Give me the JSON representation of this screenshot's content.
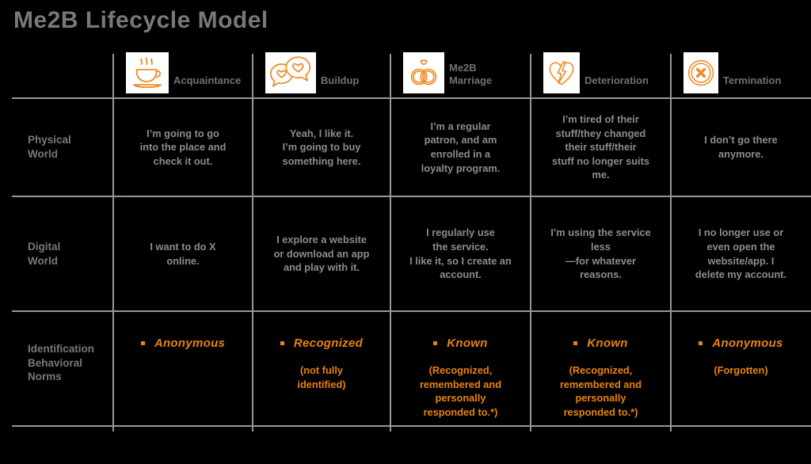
{
  "title": "Me2B Lifecycle Model",
  "colors": {
    "accent_orange": "#E8830E",
    "icon_orange": "#EE8C28",
    "title_gray": "#77787B",
    "label_gray": "#6F7174",
    "body_gray": "#8A8C8F",
    "line_gray": "#95979A",
    "tile_bg": "#FFFFFF",
    "background": "#000000"
  },
  "columns": [
    {
      "label": "Acquaintance",
      "icon": "coffee-cup-icon"
    },
    {
      "label": "Buildup",
      "icon": "chat-hearts-icon"
    },
    {
      "label": "Me2B\nMarriage",
      "icon": "wedding-rings-icon"
    },
    {
      "label": "Deterioration",
      "icon": "broken-heart-icon"
    },
    {
      "label": "Termination",
      "icon": "circle-x-icon"
    }
  ],
  "rows": [
    {
      "label": "Physical\nWorld",
      "cells": [
        "I’m going to go\ninto the place and\ncheck it out.",
        "Yeah, I like it.\nI’m going to buy\nsomething here.",
        "I’m a regular\npatron, and am\nenrolled in a\nloyalty program.",
        "I’m tired of their\nstuff/they changed\ntheir stuff/their\nstuff no longer suits\nme.",
        "I don’t go there\nanymore."
      ]
    },
    {
      "label": "Digital\nWorld",
      "cells": [
        "I want to do X\nonline.",
        "I explore a website\nor download an app\nand play with it.",
        "I regularly use\nthe service.\nI like it, so I create an\naccount.",
        "I’m using the service\nless\n—for whatever\nreasons.",
        "I no longer use or\neven open the\nwebsite/app. I\ndelete my account."
      ]
    },
    {
      "label": "Identification\nBehavioral\nNorms",
      "cells": [
        {
          "term": "Anonymous",
          "note": ""
        },
        {
          "term": "Recognized",
          "note": "(not fully\nidentified)"
        },
        {
          "term": "Known",
          "note": "(Recognized,\nremembered and\npersonally\nresponded to.*)"
        },
        {
          "term": "Known",
          "note": "(Recognized,\nremembered and\npersonally\nresponded to.*)"
        },
        {
          "term": "Anonymous",
          "note": "(Forgotten)"
        }
      ]
    }
  ]
}
